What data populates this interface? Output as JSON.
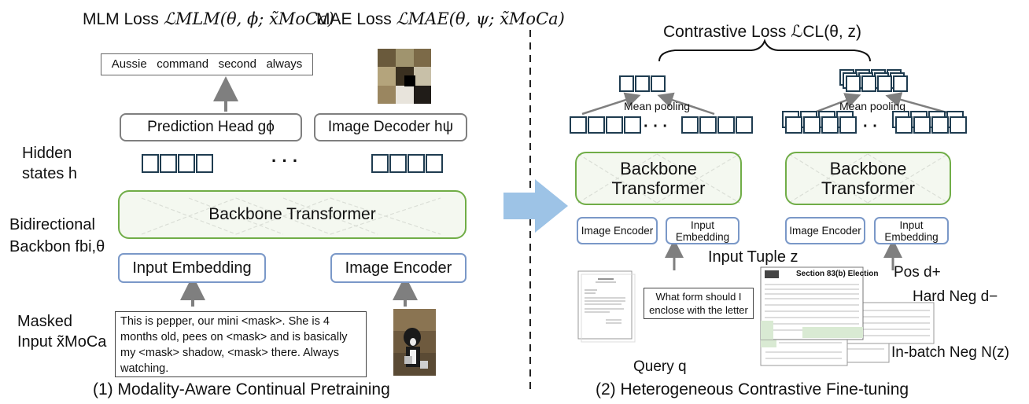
{
  "left": {
    "mlm_loss": {
      "label": "MLM Loss",
      "formula": "ℒMLM(θ, ϕ; x̃MoCa)"
    },
    "mae_loss": {
      "label": "MAE Loss",
      "formula": "ℒMAE(θ, ψ; x̃MoCa)"
    },
    "decoded_words": "Aussie   command   second   always",
    "prediction_head": "Prediction Head gϕ",
    "image_decoder": "Image Decoder hψ",
    "hidden_states_label_1": "Hidden",
    "hidden_states_label_2": "states h",
    "ellipsis": "· · ·",
    "bidirectional_label_1": "Bidirectional",
    "bidirectional_label_2": "Backbon fbi,θ",
    "backbone": "Backbone Transformer",
    "input_embedding": "Input Embedding",
    "image_encoder": "Image Encoder",
    "masked_label_1": "Masked",
    "masked_label_2": "Input x̃MoCa",
    "masked_text": "This is pepper, our mini <mask>. She is 4 months old, pees on <mask> and is basically my <mask> shadow, <mask> there. Always watching.",
    "caption": "(1) Modality-Aware Continual Pretraining"
  },
  "right": {
    "contrastive_loss": "Contrastive Loss ℒCL(θ, z)",
    "mean_pooling_1": "Mean pooling",
    "mean_pooling_2": "Mean pooling",
    "ellipsis_1": "· · ·",
    "ellipsis_2": "· ·",
    "backbone_1_line1": "Backbone",
    "backbone_1_line2": "Transformer",
    "backbone_2_line1": "Backbone",
    "backbone_2_line2": "Transformer",
    "image_encoder_1": "Image Encoder",
    "input_embedding_1": "Input Embedding",
    "image_encoder_2": "Image Encoder",
    "input_embedding_2": "Input Embedding",
    "input_tuple": "Input Tuple z",
    "query_text": "What form should I enclose with the letter",
    "query_label": "Query q",
    "pos_label": "Pos d+",
    "hard_neg_label": "Hard Neg d−",
    "inbatch_neg_label": "In-batch Neg N(z)",
    "doc_section_title": "Section 83(b) Election",
    "caption": "(2) Heterogeneous Contrastive Fine-tuning"
  },
  "colors": {
    "green_border": "#70ad47",
    "green_fill": "#ebf3e3",
    "blue_border": "#7a98c8",
    "cell_border": "#1f3c50",
    "arrow_gray": "#7f7f7f",
    "big_arrow": "#9dc3e6"
  }
}
